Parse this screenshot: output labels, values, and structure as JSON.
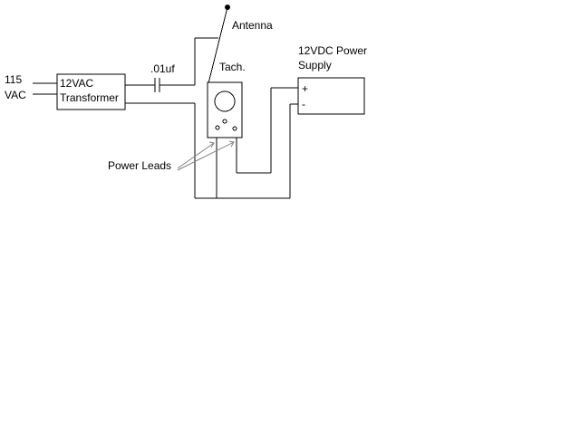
{
  "labels": {
    "input_line1": "115",
    "input_line2": "VAC",
    "transformer_line1": "12VAC",
    "transformer_line2": "Transformer",
    "capacitor": ".01uf",
    "antenna": "Antenna",
    "tach": "Tach.",
    "supply_line1": "12VDC Power",
    "supply_line2": "Supply",
    "plus": "+",
    "minus": "-",
    "power_leads": "Power Leads"
  }
}
